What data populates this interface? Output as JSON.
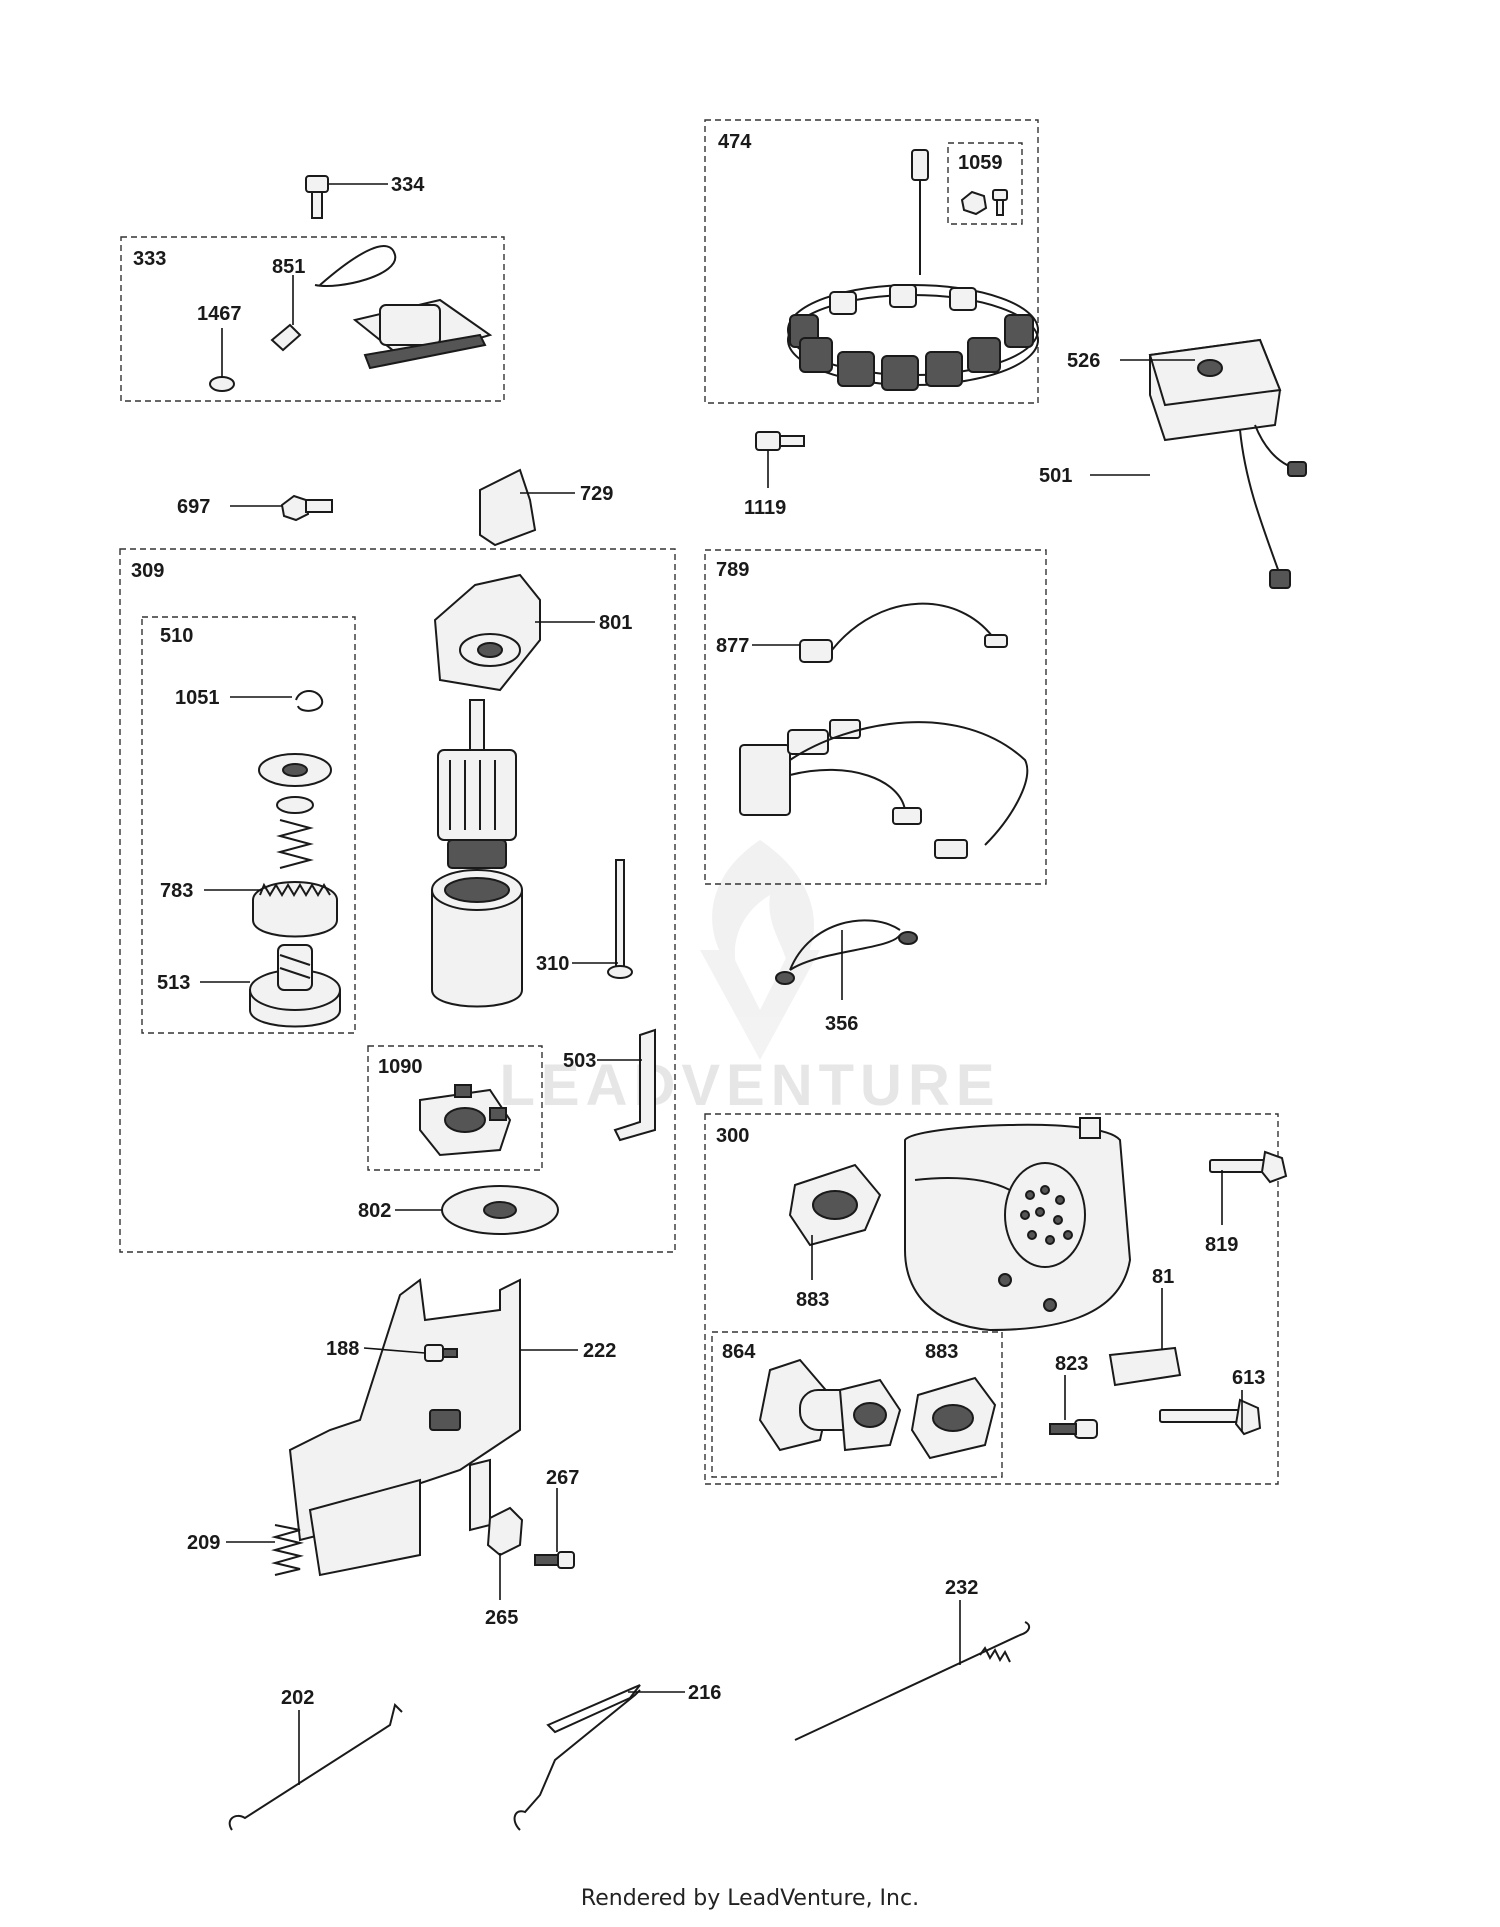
{
  "watermark": "LEADVENTURE",
  "footer": "Rendered by LeadVenture, Inc.",
  "parts": {
    "p334": "334",
    "p333": "333",
    "p851": "851",
    "p1467": "1467",
    "p474": "474",
    "p1059": "1059",
    "p526": "526",
    "p501": "501",
    "p1119": "1119",
    "p697": "697",
    "p729": "729",
    "p309": "309",
    "p510": "510",
    "p801": "801",
    "p1051": "1051",
    "p783": "783",
    "p513": "513",
    "p310": "310",
    "p1090": "1090",
    "p503": "503",
    "p802": "802",
    "p789": "789",
    "p877": "877",
    "p356": "356",
    "p300": "300",
    "p819": "819",
    "p883a": "883",
    "p81": "81",
    "p864": "864",
    "p883b": "883",
    "p823": "823",
    "p613": "613",
    "p188": "188",
    "p222": "222",
    "p267": "267",
    "p209": "209",
    "p265": "265",
    "p232": "232",
    "p202": "202",
    "p216": "216"
  },
  "icons": {
    "watermark_logo": "leadventure-flame-logo"
  }
}
